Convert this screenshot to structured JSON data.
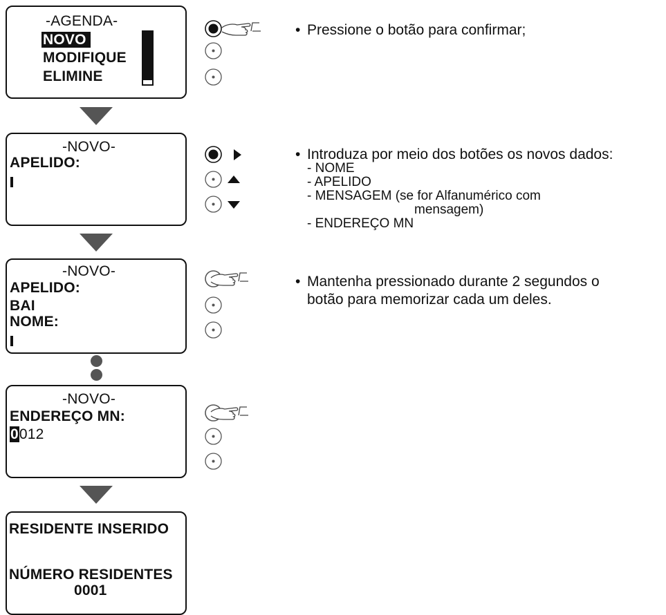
{
  "screens": [
    {
      "title": "-AGENDA-",
      "menu": [
        "NOVO",
        "MODIFIQUE",
        "ELIMINE"
      ]
    },
    {
      "title": "-NOVO-",
      "line1": "APELIDO:"
    },
    {
      "title": "-NOVO-",
      "line1": "APELIDO:",
      "line2": "BAI",
      "line3": "NOME:"
    },
    {
      "title": "-NOVO-",
      "line1": "ENDEREÇO MN:",
      "value_first": "0",
      "value_rest": "012"
    },
    {
      "line1": "RESIDENTE INSERIDO",
      "line2": "NÚMERO RESIDENTES",
      "line3": "0001"
    }
  ],
  "instructions": {
    "step1": {
      "bullet": "•",
      "text": "Pressione o botão para confirmar;"
    },
    "step2": {
      "bullet": "•",
      "text": "Introduza por meio dos botões os novos dados:",
      "items": [
        "- NOME",
        "- APELIDO",
        "- MENSAGEM (se for Alfanumérico com",
        "mensagem)",
        "- ENDEREÇO MN"
      ]
    },
    "step3": {
      "bullet": "•",
      "line1": "Mantenha pressionado durante 2 segundos o",
      "line2": "botão para memorizar cada um deles."
    }
  },
  "icons": {
    "pressed_button": "filled-circle-button-icon",
    "idle_button": "dot-circle-button-icon",
    "finger": "pointing-finger-icon",
    "arrows": [
      "triangle-right-icon",
      "triangle-up-icon",
      "triangle-down-icon"
    ],
    "flow": [
      "triangle-down-arrow",
      "ellipsis-dots"
    ]
  },
  "colors": {
    "ink": "#111111",
    "arrow": "#555555",
    "background": "#ffffff"
  }
}
